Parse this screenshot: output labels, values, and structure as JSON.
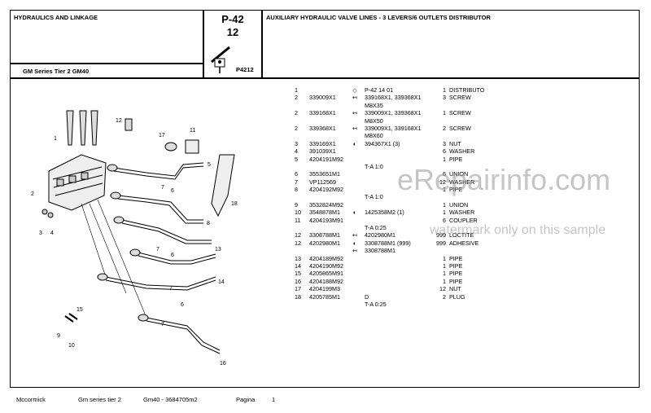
{
  "header": {
    "section_title": "HYDRAULICS AND LINKAGE",
    "page_code": "P-42",
    "page_sub": "12",
    "series": "GM Series Tier 2  GM40",
    "ref_code": "P4212",
    "main_title": "AUXILIARY HYDRAULIC VALVE LINES - 3 LEVERS/6 OUTLETS DISTRIBUTOR"
  },
  "parts": [
    {
      "item": "1",
      "part": "",
      "sym": "◇",
      "repl": "P-42 14 01",
      "qty": "1",
      "desc": "DISTRIBUTO"
    },
    {
      "item": "2",
      "part": "339009X1",
      "sym": "↤",
      "repl": "339168X1, 339368X1",
      "qty": "3",
      "desc": "SCREW"
    },
    {
      "item": "",
      "part": "",
      "sym": "",
      "repl": "M8X35",
      "qty": "",
      "desc": ""
    },
    {
      "item": "2",
      "part": "339168X1",
      "sym": "↤",
      "repl": "339009X1, 339368X1",
      "qty": "1",
      "desc": "SCREW"
    },
    {
      "item": "",
      "part": "",
      "sym": "",
      "repl": "M8X50",
      "qty": "",
      "desc": ""
    },
    {
      "item": "2",
      "part": "339368X1",
      "sym": "↤",
      "repl": "339009X1, 339168X1",
      "qty": "2",
      "desc": "SCREW"
    },
    {
      "item": "",
      "part": "",
      "sym": "",
      "repl": "M8X60",
      "qty": "",
      "desc": ""
    },
    {
      "item": "3",
      "part": "339169X1",
      "sym": "◐",
      "repl": "394367X1  (3)",
      "qty": "3",
      "desc": "NUT"
    },
    {
      "item": "4",
      "part": "391039X1",
      "sym": "",
      "repl": "",
      "qty": "6",
      "desc": "WASHER"
    },
    {
      "item": "5",
      "part": "4204191M92",
      "sym": "",
      "repl": "",
      "qty": "1",
      "desc": "PIPE"
    },
    {
      "item": "",
      "part": "",
      "sym": "",
      "repl": "T-A 1:0",
      "qty": "",
      "desc": ""
    },
    {
      "item": "6",
      "part": "3553651M1",
      "sym": "",
      "repl": "",
      "qty": "6",
      "desc": "UNION"
    },
    {
      "item": "7",
      "part": "VP112569",
      "sym": "",
      "repl": "",
      "qty": "12",
      "desc": "WASHER"
    },
    {
      "item": "8",
      "part": "4204192M92",
      "sym": "",
      "repl": "",
      "qty": "1",
      "desc": "PIPE"
    },
    {
      "item": "",
      "part": "",
      "sym": "",
      "repl": "T-A 1:0",
      "qty": "",
      "desc": ""
    },
    {
      "item": "9",
      "part": "3532824M92",
      "sym": "",
      "repl": "",
      "qty": "1",
      "desc": "UNION"
    },
    {
      "item": "10",
      "part": "3548878M1",
      "sym": "◐",
      "repl": "1425358M2  (1)",
      "qty": "1",
      "desc": "WASHER"
    },
    {
      "item": "11",
      "part": "4204193M91",
      "sym": "",
      "repl": "",
      "qty": "6",
      "desc": "COUPLER"
    },
    {
      "item": "",
      "part": "",
      "sym": "",
      "repl": "T-A 0:25",
      "qty": "",
      "desc": ""
    },
    {
      "item": "12",
      "part": "3308788M1",
      "sym": "↤",
      "repl": "4202980M1",
      "qty": "999",
      "desc": "LOCTITE"
    },
    {
      "item": "12",
      "part": "4202980M1",
      "sym": "◐",
      "repl": "3308788M1  (999)",
      "qty": "999",
      "desc": "ADHESIVE"
    },
    {
      "item": "",
      "part": "",
      "sym": "↤",
      "repl": "3308788M1",
      "qty": "",
      "desc": ""
    },
    {
      "item": "13",
      "part": "4204189M92",
      "sym": "",
      "repl": "",
      "qty": "1",
      "desc": "PIPE"
    },
    {
      "item": "14",
      "part": "4204190M92",
      "sym": "",
      "repl": "",
      "qty": "1",
      "desc": "PIPE"
    },
    {
      "item": "15",
      "part": "4205865M91",
      "sym": "",
      "repl": "",
      "qty": "1",
      "desc": "PIPE"
    },
    {
      "item": "16",
      "part": "4204188M92",
      "sym": "",
      "repl": "",
      "qty": "1",
      "desc": "PIPE"
    },
    {
      "item": "17",
      "part": "4204199M3",
      "sym": "",
      "repl": "",
      "qty": "12",
      "desc": "NUT"
    },
    {
      "item": "18",
      "part": "4205785M1",
      "sym": "",
      "repl": "D",
      "qty": "2",
      "desc": "PLUG"
    },
    {
      "item": "",
      "part": "",
      "sym": "",
      "repl": "T-A 0:25",
      "qty": "",
      "desc": ""
    }
  ],
  "diagram_labels": [
    "1",
    "12",
    "17",
    "11",
    "2",
    "5",
    "18",
    "6",
    "7",
    "8",
    "3",
    "4",
    "7",
    "6",
    "13",
    "7",
    "6",
    "14",
    "15",
    "7",
    "9",
    "10",
    "16"
  ],
  "watermark": {
    "brand": "eRepairinfo.com",
    "note": "watermark only on this sample"
  },
  "footer": {
    "brand": "Mccormick",
    "series": "Gm series tier 2",
    "model": "Gm40 - 3684705m2",
    "page_label": "Pagina",
    "page_number": "1"
  }
}
